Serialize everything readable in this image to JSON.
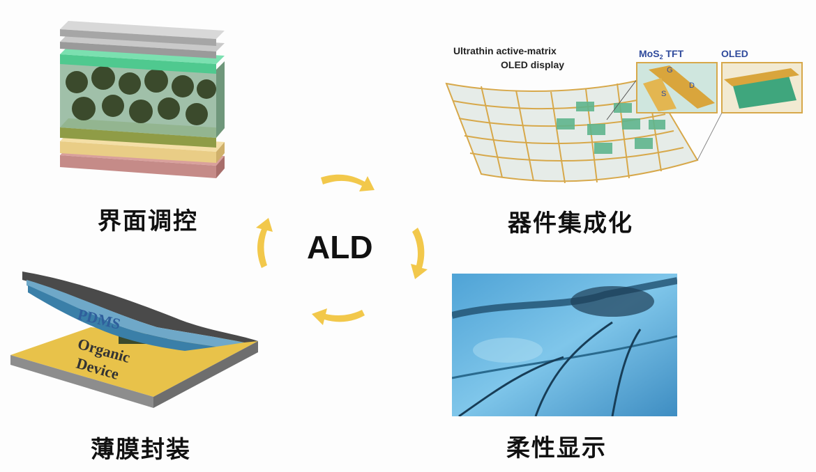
{
  "center_label": "ALD",
  "captions": {
    "interface": "界面调控",
    "integration": "器件集成化",
    "encapsulation": "薄膜封装",
    "flexible": "柔性显示"
  },
  "oled_panel": {
    "title_line1": "Ultrathin active-matrix",
    "title_line2": "OLED display",
    "inset_tft_label_main": "MoS",
    "inset_tft_label_sub": "2",
    "inset_tft_label_tail": " TFT",
    "inset_oled_label": "OLED",
    "tft_terminals": [
      "G",
      "S",
      "D"
    ]
  },
  "encapsulation_panel": {
    "pdms_label": "PDMS",
    "device_label_line1": "Organic",
    "device_label_line2": "Device"
  },
  "colors": {
    "arrow": "#f2c84b",
    "caption": "#111111"
  }
}
